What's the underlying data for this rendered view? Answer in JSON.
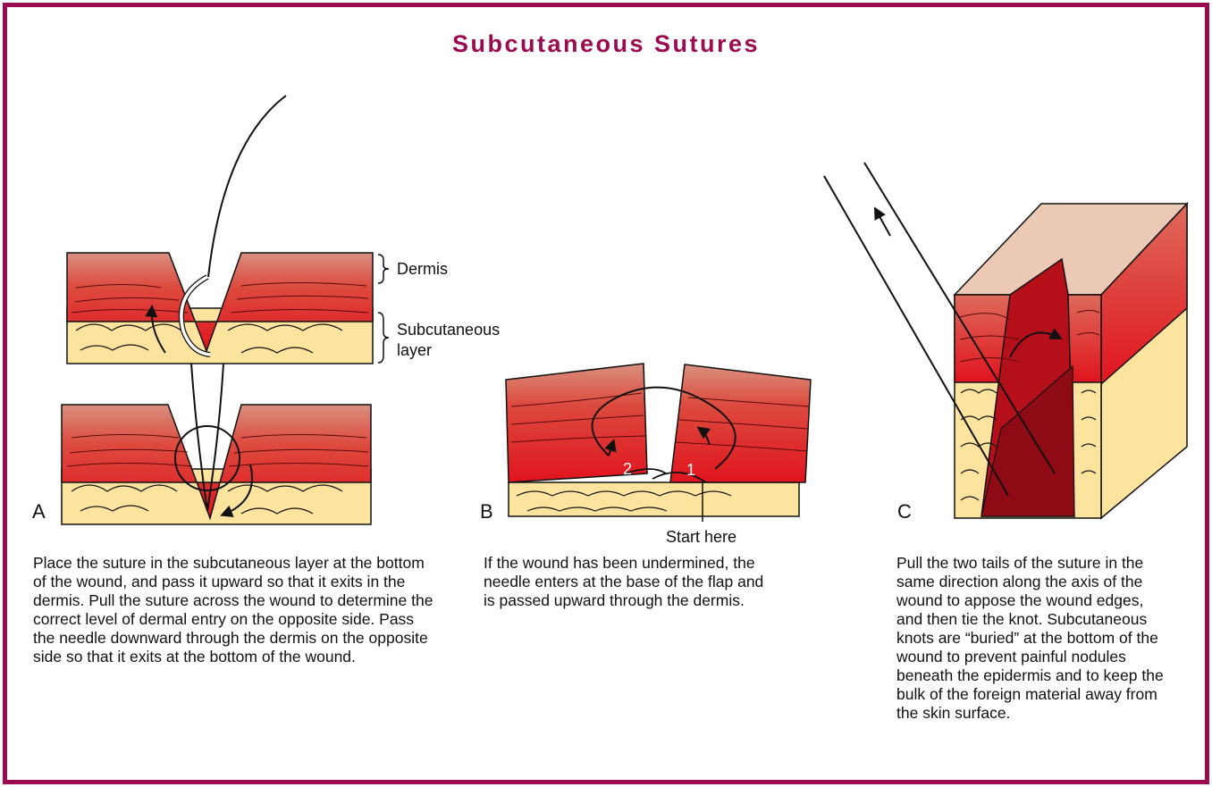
{
  "title": "Subcutaneous Sutures",
  "labels": {
    "dermis": "Dermis",
    "subcutaneous_line1": "Subcutaneous",
    "subcutaneous_line2": "layer",
    "start_here": "Start here",
    "step1": "1",
    "step2": "2"
  },
  "panels": [
    {
      "letter": "A",
      "caption": "Place the suture in the subcutaneous layer at the bottom of the wound, and pass it upward so that it exits in the dermis. Pull the suture across the wound to determine the correct level of dermal entry on the opposite side. Pass the needle downward through the dermis on the opposite side so that it exits at the bottom of the wound."
    },
    {
      "letter": "B",
      "caption": "If the wound has been undermined, the needle enters at the base of the flap and is passed upward through the dermis."
    },
    {
      "letter": "C",
      "caption": "Pull the two tails of the suture in the same direction along the axis of the wound to appose the wound edges, and then tie the knot. Subcutaneous knots are “buried” at the bottom of the wound to prevent painful nodules beneath the epidermis and to keep the bulk of the foreign material away from the skin surface."
    }
  ],
  "colors": {
    "frame": "#9c0a4f",
    "dermis_top": "#d98c7e",
    "dermis_bottom": "#e0141e",
    "fat": "#fde49e",
    "skin_top": "#ebc9b4"
  }
}
